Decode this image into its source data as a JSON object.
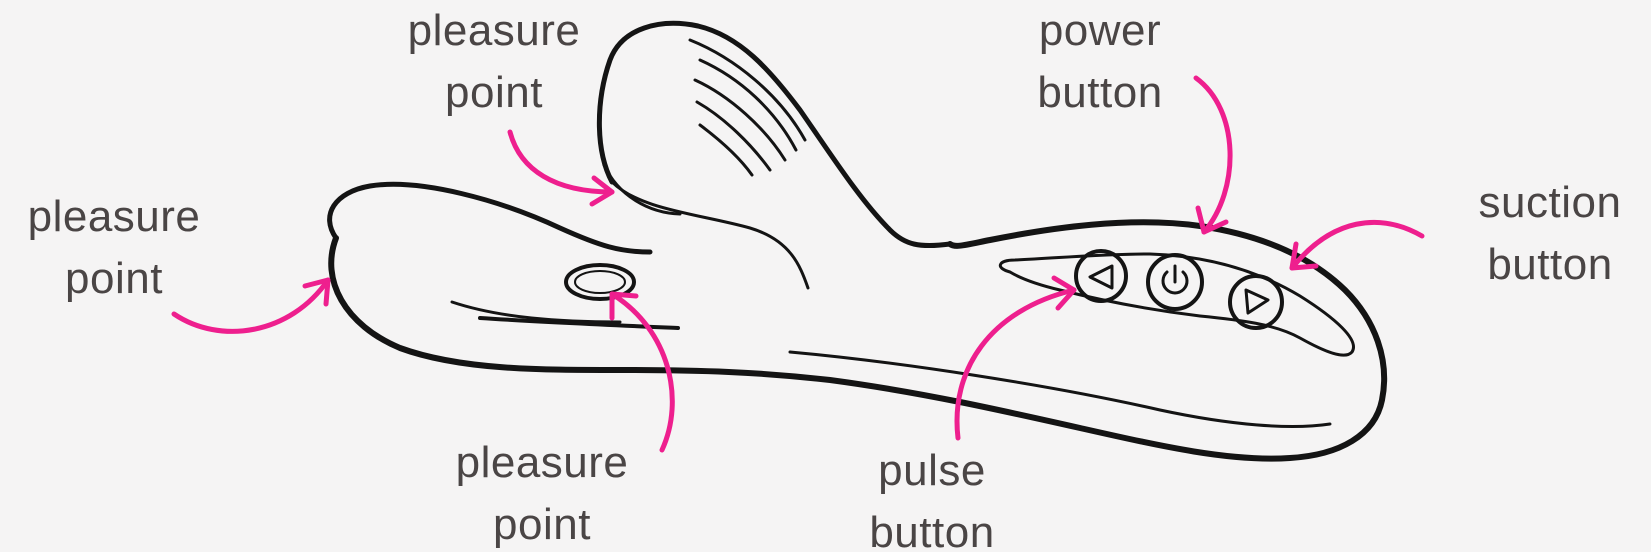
{
  "colors": {
    "background": "#f5f4f4",
    "outline": "#141414",
    "arrow": "#ee1f8e",
    "label_text": "#4a4545"
  },
  "labels": {
    "pleasure_point_top": {
      "line1": "pleasure",
      "line2": "point"
    },
    "pleasure_point_left": {
      "line1": "pleasure",
      "line2": "point"
    },
    "pleasure_point_bottom": {
      "line1": "pleasure",
      "line2": "point"
    },
    "power_button": {
      "line1": "power",
      "line2": "button"
    },
    "suction_button": {
      "line1": "suction",
      "line2": "button"
    },
    "pulse_button": {
      "line1": "pulse",
      "line2": "button"
    }
  },
  "icons": {
    "device": "toy-outline-illustration",
    "left_control": "play-left-icon",
    "middle_control": "power-icon",
    "right_control": "play-right-icon"
  }
}
